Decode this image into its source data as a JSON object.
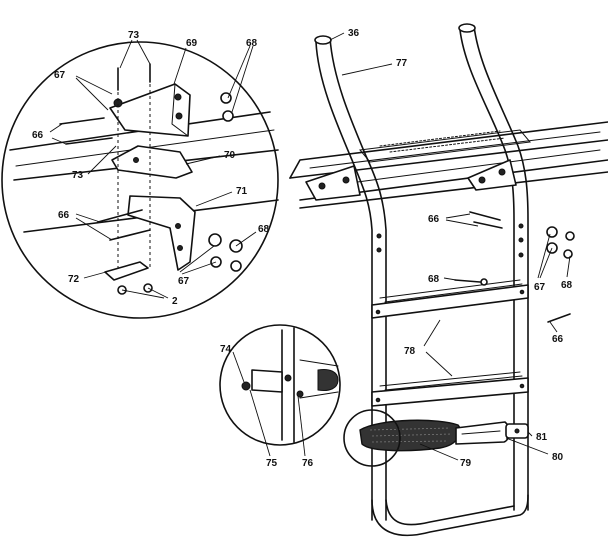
{
  "labels": {
    "part_36": "36",
    "part_77": "77",
    "part_73_top": "73",
    "part_69": "69",
    "part_68_top": "68",
    "part_67_top": "67",
    "part_66_top": "66",
    "part_73_mid": "73",
    "part_70": "70",
    "part_71": "71",
    "part_66_mid": "66",
    "part_68_mid": "68",
    "part_67_mid": "67",
    "part_72": "72",
    "part_2": "2",
    "part_66_right": "66",
    "part_67_right": "67",
    "part_68_right": "68",
    "part_68_lower": "68",
    "part_66_lower": "66",
    "part_78": "78",
    "part_74": "74",
    "part_75": "75",
    "part_76": "76",
    "part_81": "81",
    "part_80": "80",
    "part_79": "79"
  }
}
